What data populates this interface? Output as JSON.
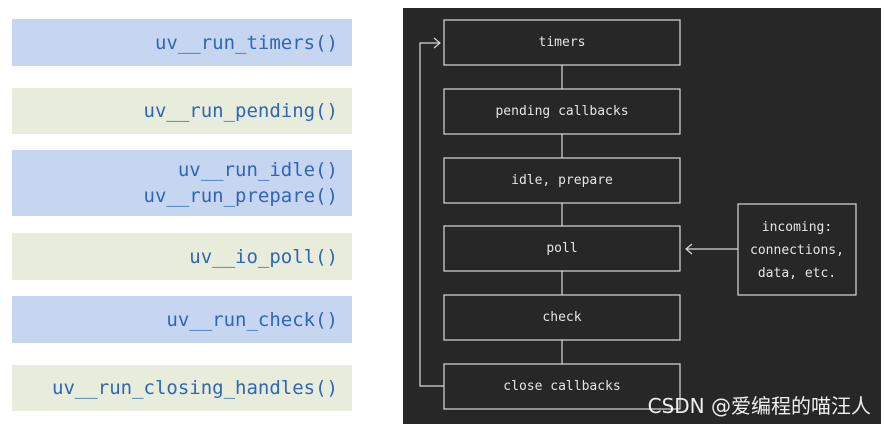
{
  "functions": [
    {
      "lines": [
        "uv__run_timers()"
      ],
      "color": "blue"
    },
    {
      "lines": [
        "uv__run_pending()"
      ],
      "color": "green"
    },
    {
      "lines": [
        "uv__run_idle()",
        "uv__run_prepare()"
      ],
      "color": "blue"
    },
    {
      "lines": [
        "uv__io_poll()"
      ],
      "color": "green"
    },
    {
      "lines": [
        "uv__run_check()"
      ],
      "color": "blue"
    },
    {
      "lines": [
        "uv__run_closing_handles()"
      ],
      "color": "green"
    }
  ],
  "loop": {
    "stages": [
      "timers",
      "pending callbacks",
      "idle, prepare",
      "poll",
      "check",
      "close callbacks"
    ],
    "incoming": [
      "incoming:",
      "connections,",
      "data, etc."
    ]
  },
  "watermark": "CSDN @爱编程的喵汪人",
  "colors": {
    "blue_fill": "#c6d6f0",
    "green_fill": "#e8ecdb",
    "function_text": "#2f66b8",
    "terminal_bg": "#272727",
    "terminal_text": "#e4e4e4"
  }
}
